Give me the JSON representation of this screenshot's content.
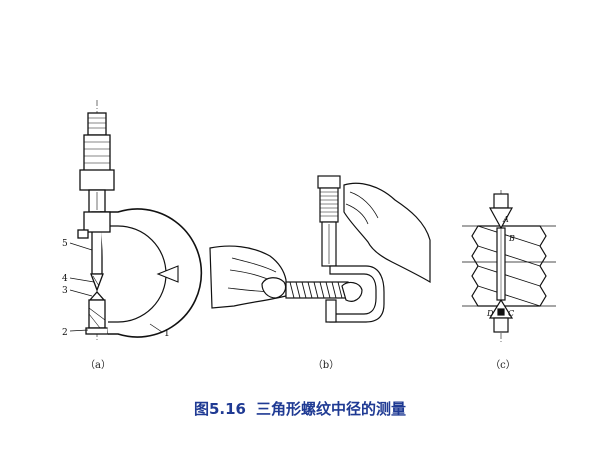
{
  "figure": {
    "number": "图5.16",
    "title": "三角形螺纹中径的测量",
    "panels": [
      {
        "label": "（a）",
        "part_labels": [
          "1",
          "2",
          "3",
          "4",
          "5"
        ]
      },
      {
        "label": "（b）"
      },
      {
        "label": "（c）",
        "point_labels": [
          "A",
          "B",
          "C",
          "D"
        ]
      }
    ]
  },
  "colors": {
    "caption": "#1f3a93",
    "line": "#111111"
  }
}
